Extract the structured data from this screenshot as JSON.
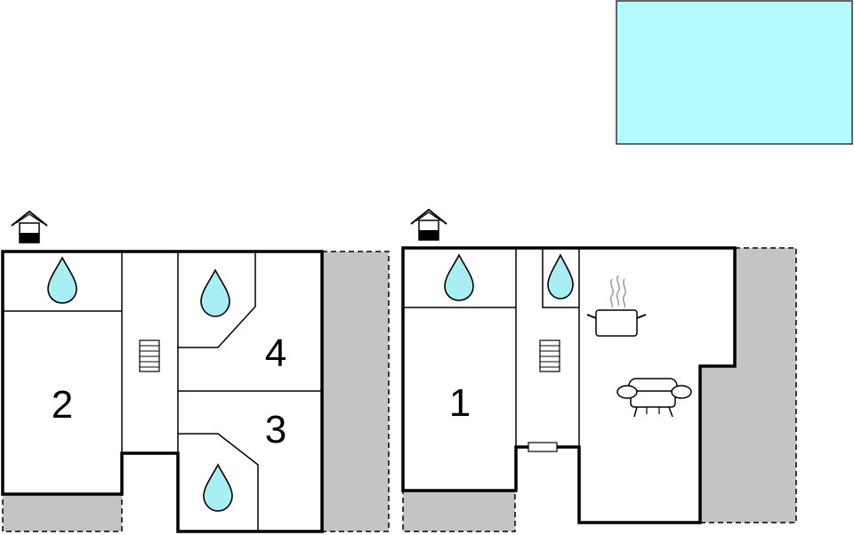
{
  "floorplan": {
    "pool_color": "#b3fbff",
    "water_color": "#a8eef2",
    "terrace_color": "#c4c4c4",
    "buildings": [
      {
        "entrance_icon": "house-entrance-icon",
        "rooms": [
          {
            "label": "2",
            "type": "bedroom"
          },
          {
            "label": "4",
            "type": "bedroom"
          },
          {
            "label": "3",
            "type": "bedroom"
          }
        ],
        "bathrooms": 3,
        "stairs": 1
      },
      {
        "entrance_icon": "house-entrance-icon",
        "rooms": [
          {
            "label": "1",
            "type": "bedroom"
          }
        ],
        "bathrooms": 2,
        "stairs": 1,
        "kitchen_icon": "cooking-pot-icon",
        "living_icon": "sofa-icon"
      }
    ]
  }
}
